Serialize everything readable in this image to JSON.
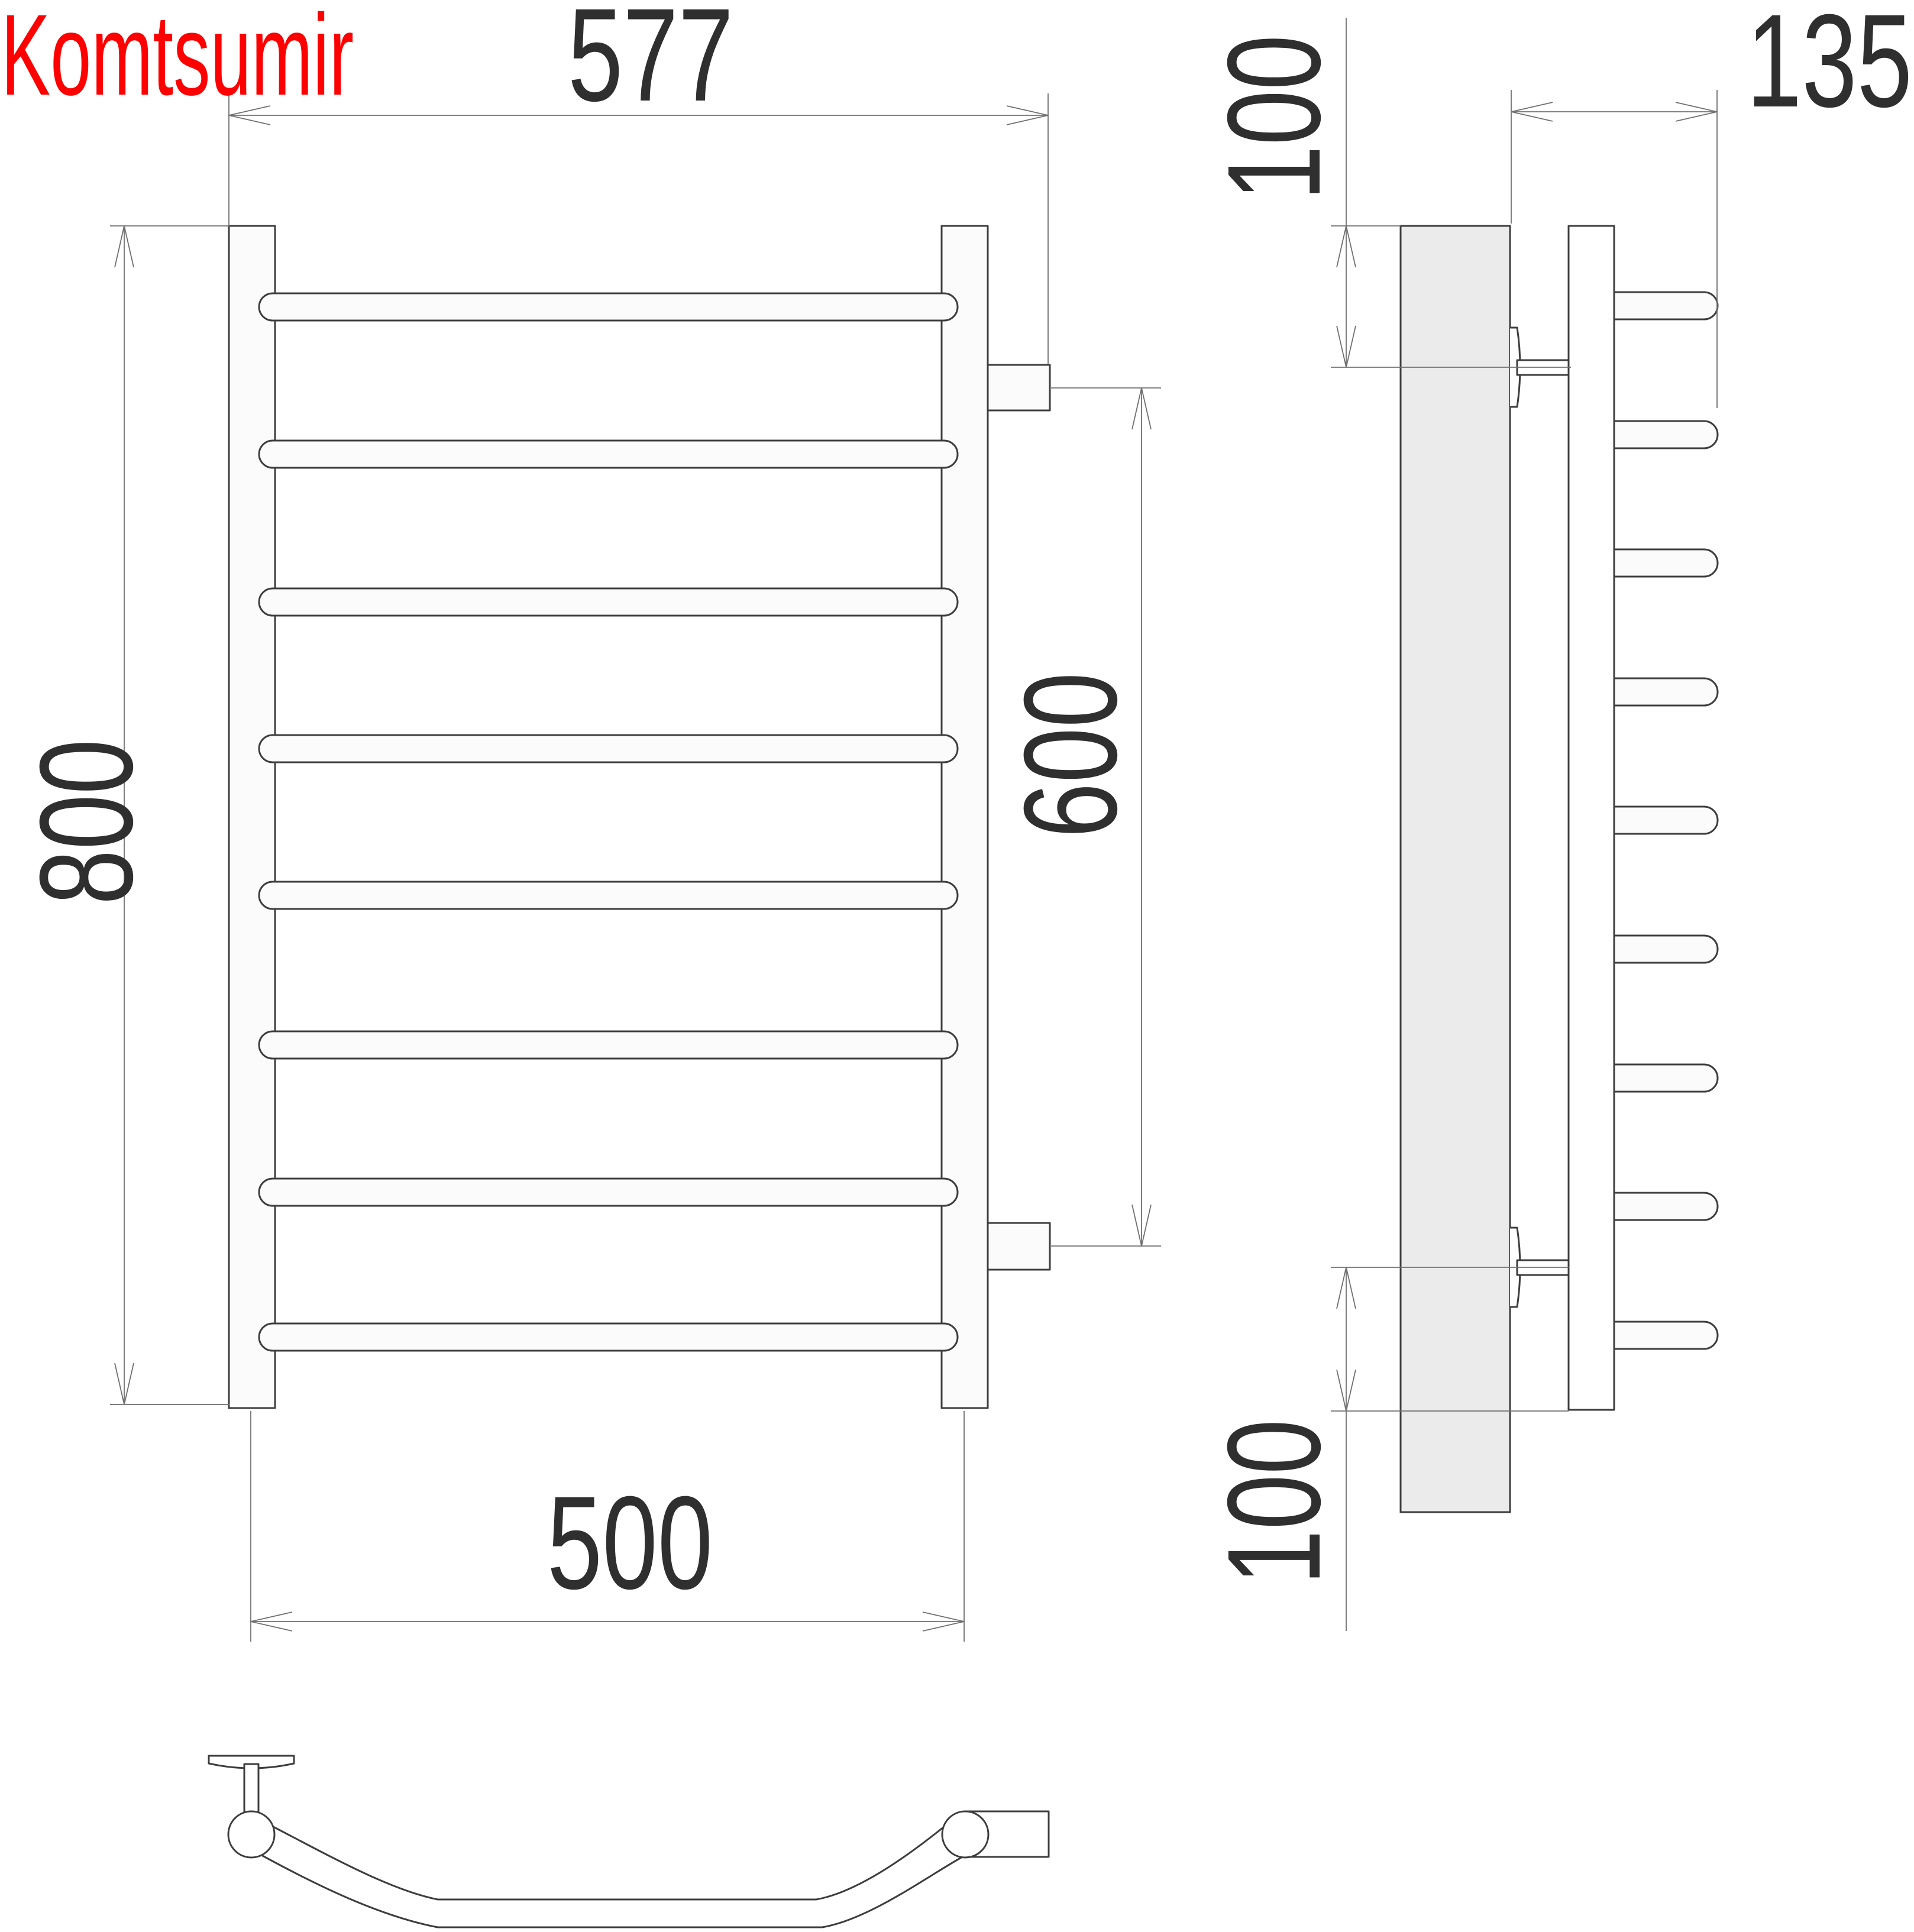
{
  "brand": {
    "label": "Komtsumir",
    "color": "#fe0000"
  },
  "colors": {
    "background": "#ffffff",
    "outline": "#3d3d3d",
    "dimension": "#707070",
    "text": "#2f2f2f",
    "brand": "#fe0000",
    "wall_fill": "#ebebeb",
    "part_fill": "#fbfbfb"
  },
  "views": {
    "front": {
      "rung_count": 8,
      "dimensions": {
        "overall_width": "577",
        "overall_height": "800",
        "connection_spacing": "600",
        "rail_spacing": "500"
      }
    },
    "side": {
      "rung_count": 9,
      "dimensions": {
        "top_bracket_offset": "100",
        "depth": "135",
        "bottom_bracket_offset": "100"
      }
    }
  }
}
